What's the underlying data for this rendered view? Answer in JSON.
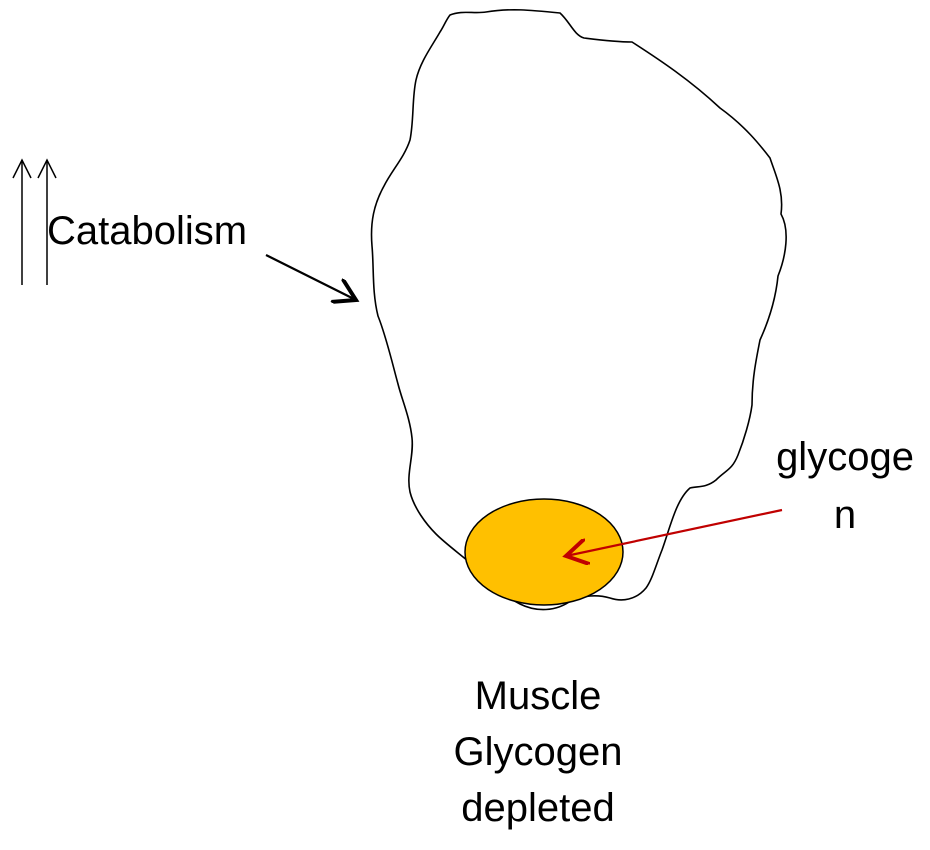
{
  "labels": {
    "catabolism": "Catabolism",
    "glycogen_line1": "glycoge",
    "glycogen_line2": "n",
    "caption_line1": "Muscle",
    "caption_line2": "Glycogen",
    "caption_line3": "depleted"
  },
  "indicators": {
    "increase_arrows": "↑↑"
  },
  "colors": {
    "glycogen_fill": "#FFC000",
    "glycogen_arrow": "#C00000",
    "outline": "#000000"
  }
}
